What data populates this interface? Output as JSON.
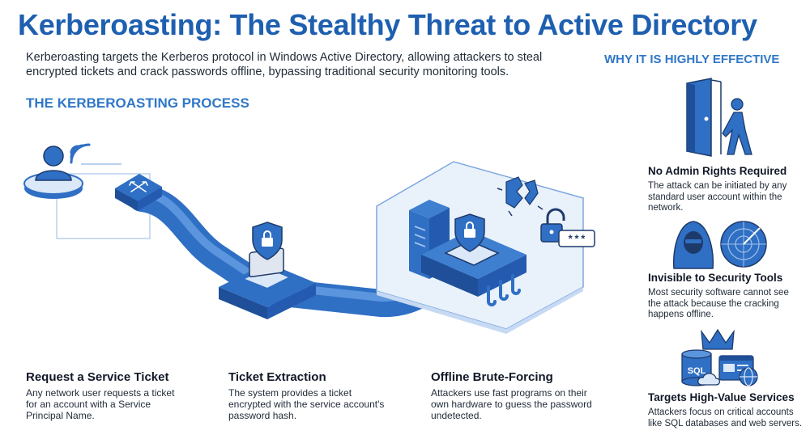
{
  "header": {
    "title": "Kerberoasting: The Stealthy Threat to Active Directory",
    "intro": "Kerberoasting targets the Kerberos protocol in Windows Active Directory, allowing attackers to steal encrypted tickets and crack passwords offline, bypassing traditional security monitoring tools."
  },
  "process": {
    "heading": "THE KERBEROASTING PROCESS",
    "steps": [
      {
        "title": "Request a Service Ticket",
        "desc": "Any network user requests a ticket for an account with a Service Principal Name."
      },
      {
        "title": "Ticket Extraction",
        "desc": "The system provides a ticket encrypted with the service account's password hash."
      },
      {
        "title": "Offline Brute-Forcing",
        "desc": "Attackers use fast programs on their own hardware to guess the password undetected."
      }
    ],
    "password_mask": "***"
  },
  "effective": {
    "heading": "WHY IT IS HIGHLY EFFECTIVE",
    "items": [
      {
        "title": "No Admin Rights Required",
        "desc": "The attack can be initiated by any standard user account within the network."
      },
      {
        "title": "Invisible to Security Tools",
        "desc": "Most security software cannot see the attack because the cracking happens offline."
      },
      {
        "title": "Targets High-Value Services",
        "desc": "Attackers focus on critical accounts like SQL databases and web servers.",
        "badge": "SQL"
      }
    ]
  },
  "colors": {
    "primary": "#2f6fc4",
    "title": "#1e5fb0",
    "light": "#dbe8f8",
    "dark": "#1e3a6b"
  }
}
